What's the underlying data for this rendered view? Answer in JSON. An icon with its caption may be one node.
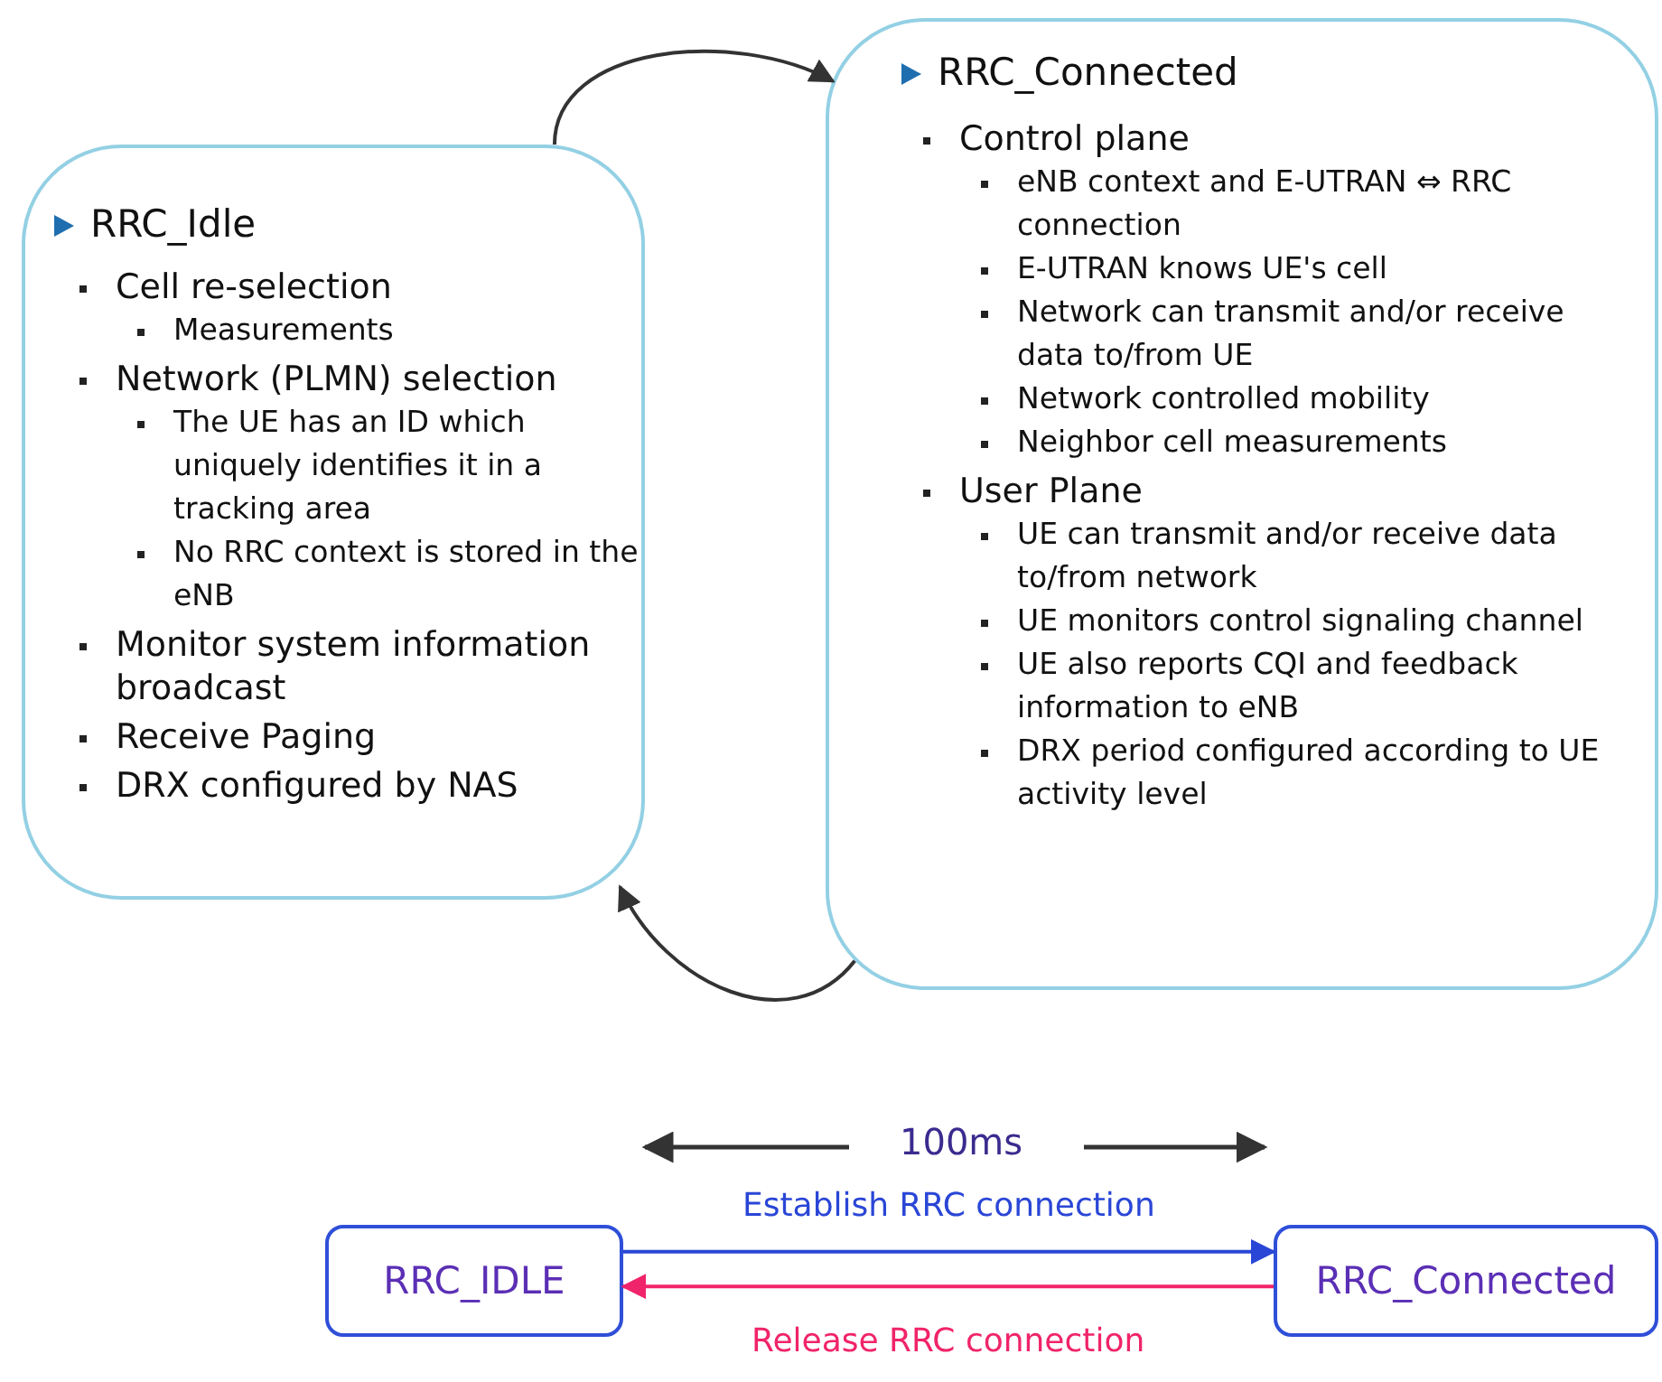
{
  "diagram": {
    "nodes": [
      {
        "text": [
          "RRC_Idle",
          "Cell re-selection",
          "Measurements",
          "Network (PLMN) selection",
          "The UE has an ID which uniquely identifies it in a tracking area",
          "No RRC context is stored in the eNB",
          "Monitor system information broadcast",
          "Receive Paging",
          "DRX configured by NAS"
        ]
      },
      {
        "text": [
          "RRC_Connected",
          "Control plane",
          "eNB context and E-UTRAN ⇔ RRC connection",
          "E-UTRAN knows UE's cell",
          "Network can transmit and/or receive data to/from UE",
          "Network controlled mobility",
          "Neighbor cell measurements",
          "User Plane",
          "UE can transmit and/or receive data to/from network",
          "UE monitors control signaling channel",
          "UE also reports CQI and feedback information to eNB",
          "DRX period configured according to UE activity level"
        ]
      },
      {
        "text": [
          "RRC_IDLE"
        ]
      },
      {
        "text": [
          "RRC_Connected"
        ]
      }
    ],
    "edges": [
      {
        "from": 0,
        "to": 1,
        "arrow": "to"
      },
      {
        "from": 1,
        "to": 0,
        "arrow": "to"
      },
      {
        "from": 2,
        "to": 3,
        "arrow": "to",
        "label": "Establish RRC connection",
        "color": "#2a46d6"
      },
      {
        "from": 3,
        "to": 2,
        "arrow": "to",
        "label": "Release RRC connection",
        "color": "#f0246a"
      }
    ],
    "labels": [
      "100ms"
    ]
  }
}
